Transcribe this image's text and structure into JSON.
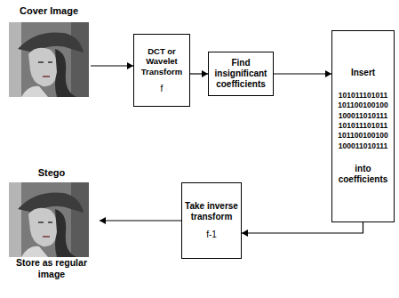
{
  "diagram": {
    "nodes": [
      {
        "text": [
          "Cover Image"
        ]
      },
      {
        "text": [
          "DCT or Wavelet Transform",
          "f"
        ]
      },
      {
        "text": [
          "Find insignificant coefficients"
        ]
      },
      {
        "text": [
          "Insert",
          "101011101011 101100100100 100011010111 101011101011 101100100100 100011010111",
          "into coefficients"
        ]
      },
      {
        "text": [
          "Stego",
          "Store as regular image"
        ]
      },
      {
        "text": [
          "Take inverse transform",
          "f-1"
        ]
      }
    ],
    "edges": [
      {
        "from": 0,
        "to": 1,
        "arrow": "to"
      },
      {
        "from": 1,
        "to": 2,
        "arrow": "to"
      },
      {
        "from": 2,
        "to": 3,
        "arrow": "to"
      },
      {
        "from": 3,
        "to": 5,
        "arrow": "to"
      },
      {
        "from": 5,
        "to": 4,
        "arrow": "to"
      }
    ]
  }
}
